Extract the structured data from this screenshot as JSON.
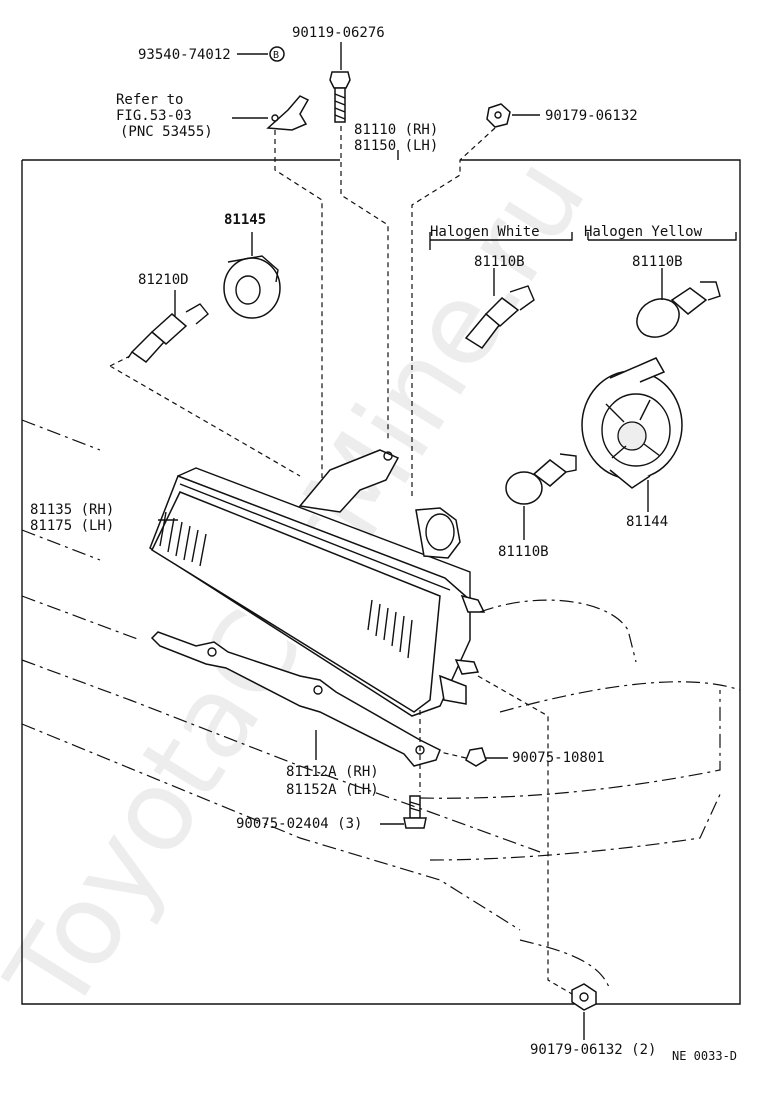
{
  "diagram": {
    "watermark": "ToyotaCarMine.ru",
    "figure_code": "NE 0033-D",
    "callouts": {
      "clip_part": "93540-74012",
      "clip_marker": "B",
      "bolt_top": "90119-06276",
      "nut_top": "90179-06132",
      "refer_line1": "Refer to",
      "refer_line2": "FIG.53-03",
      "refer_line3": "(PNC 53455)",
      "headlamp_rh": "81110 (RH)",
      "headlamp_lh": "81150 (LH)",
      "group_white": "Halogen White",
      "group_yellow": "Halogen Yellow",
      "bulb_white": "81110B",
      "bulb_yellow": "81110B",
      "socket_cover": "81145",
      "park_bulb": "81210D",
      "lens_rh": "81135 (RH)",
      "lens_lh": "81175 (LH)",
      "bulb_lower": "81110B",
      "reflector": "81144",
      "retainer_rh": "81112A (RH)",
      "retainer_lh": "81152A (LH)",
      "screw_right": "90075-10801",
      "screw_bottom": "90075-02404 (3)",
      "nut_bottom": "90179-06132 (2)"
    }
  }
}
